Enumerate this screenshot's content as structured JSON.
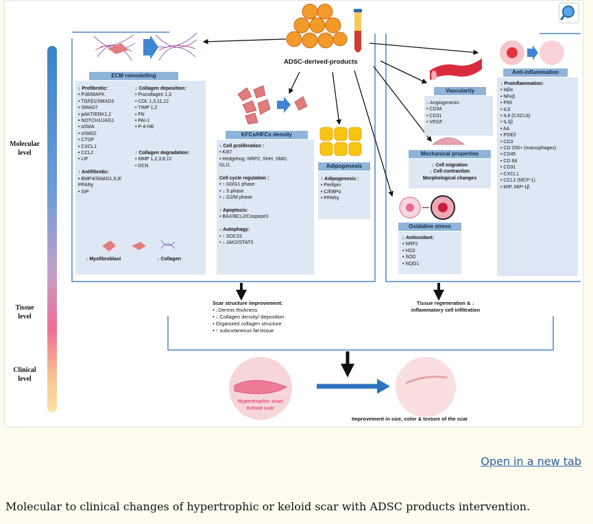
{
  "levels": {
    "molecular": [
      "Molecular",
      "level"
    ],
    "tissue": [
      "Tissue",
      "level"
    ],
    "clinical": [
      "Clinical",
      "level"
    ]
  },
  "center_title": "ADSC-derived-products",
  "ecm": {
    "title": "ECM remodelling",
    "col1": [
      "↓ Profibrotic:",
      "• P38/MAPK",
      "• TGFβ1/SMAD3",
      "• SMAD7",
      "• pAKT/ERK1,2",
      "• NOTCH1/JAG1",
      "• αSMA",
      "• αSM22",
      "• CTGF",
      "• CXCL1",
      "• CCL2",
      "• LIF",
      "",
      "↑ Antifibrotic:",
      "• BMP4/SMAD1,5,9/",
      "   PPARɣ",
      "• SIP"
    ],
    "col2": [
      "↓ Collagen deposition:",
      "• Procollagen 1,3",
      "• COL 1,3,11,12",
      "• TIMP 1,2",
      "• FN",
      "• PAI-1",
      "• P-4-HB",
      "",
      "",
      "",
      "↑ Collagen degradation:",
      "• MMP 1,2,3,8,12",
      "• DCN"
    ],
    "myofibroblast": "↓ Myofibroblast",
    "collagen": "↓ Collagen"
  },
  "kfc": {
    "title": "KFCs/HFCs density",
    "lines": [
      "↓ Cell proliferation :",
      "• Ki67",
      "• Hedgehog: NRP2, SHH, SMO,",
      "   GLI1",
      "",
      "Cell cycle regulation :",
      "• ↑ G0/G1 phase",
      "• ↓ S phase",
      "• ↓ G2/M phase",
      "",
      "↑ Apoptosis:",
      "• BAX/BCL2/Caspase3",
      "",
      "↓ Autophagy:",
      "• ↑ SOCS1",
      "• ↓ JAK2/STAT3"
    ]
  },
  "adipo": {
    "title": "Adipogenesis",
    "lines": [
      "↑ Adipogenesis :",
      "• Perilipin",
      "• C/EBPα",
      "• PPARɣ"
    ]
  },
  "vasc": {
    "title": "Vascularity",
    "lines": [
      "↓ Angiogenesis:",
      "• CD34",
      "• CD31",
      "• VEGF"
    ]
  },
  "mech": {
    "title": "Mechanical properties",
    "lines": [
      "↓ Cell migration",
      "↓ Cell contraction",
      "Morphological changes"
    ]
  },
  "oxi": {
    "title": "Oxidative stress",
    "lines": [
      "↓ Antioxidant:",
      "• NRF2",
      "• HO2",
      "• SOD",
      "• NQO1"
    ]
  },
  "anti": {
    "title": "Anti-inflammation",
    "lines": [
      "↓ Proinflammation:",
      "• Ικβα",
      "• NFκβ",
      "• P65",
      "• IL6",
      "• IL8 (CXCL8)",
      "• IL1β",
      "• AA",
      "• PGE2",
      "• CD3",
      "• CD 206+ (macrophages)",
      "• CD45",
      "• CD 68",
      "• CD31",
      "• CXCL1",
      "• CCL2 (MCP-1)",
      "• MIP, MIP-1β"
    ]
  },
  "tissue_left": [
    "Scar structure improvement:",
    "• ↓Dermis thickness",
    "• ↓ Collagen density/ deposition",
    "• Organized collagen structure",
    "• ↑ subcutaneous fat tissue"
  ],
  "tissue_right": [
    "Tissue regeneration & ↓",
    "inflammatory cell infiltration"
  ],
  "scar_label": [
    "Hypertrophic scar/",
    "Keloid scar"
  ],
  "improvement": "Improvement in size, color & texture of the scar",
  "link": "Open in a new tab",
  "caption": "Molecular to clinical changes of hypertrophic or keloid scar with ADSC products intervention.",
  "colors": {
    "box": "#dde8f4",
    "header": "#8fb4da",
    "frame": "#4a86c6",
    "scar": "#e86a8e"
  },
  "icons": [
    "zoom-icon",
    "ecm-fibers-icon",
    "cells-icon",
    "adipocytes-icon",
    "vessel-icon",
    "cell-droplet-icon",
    "oxidative-cell-icon",
    "inflammation-cell-icon",
    "adsc-cells-icon",
    "test-tube-icon"
  ]
}
